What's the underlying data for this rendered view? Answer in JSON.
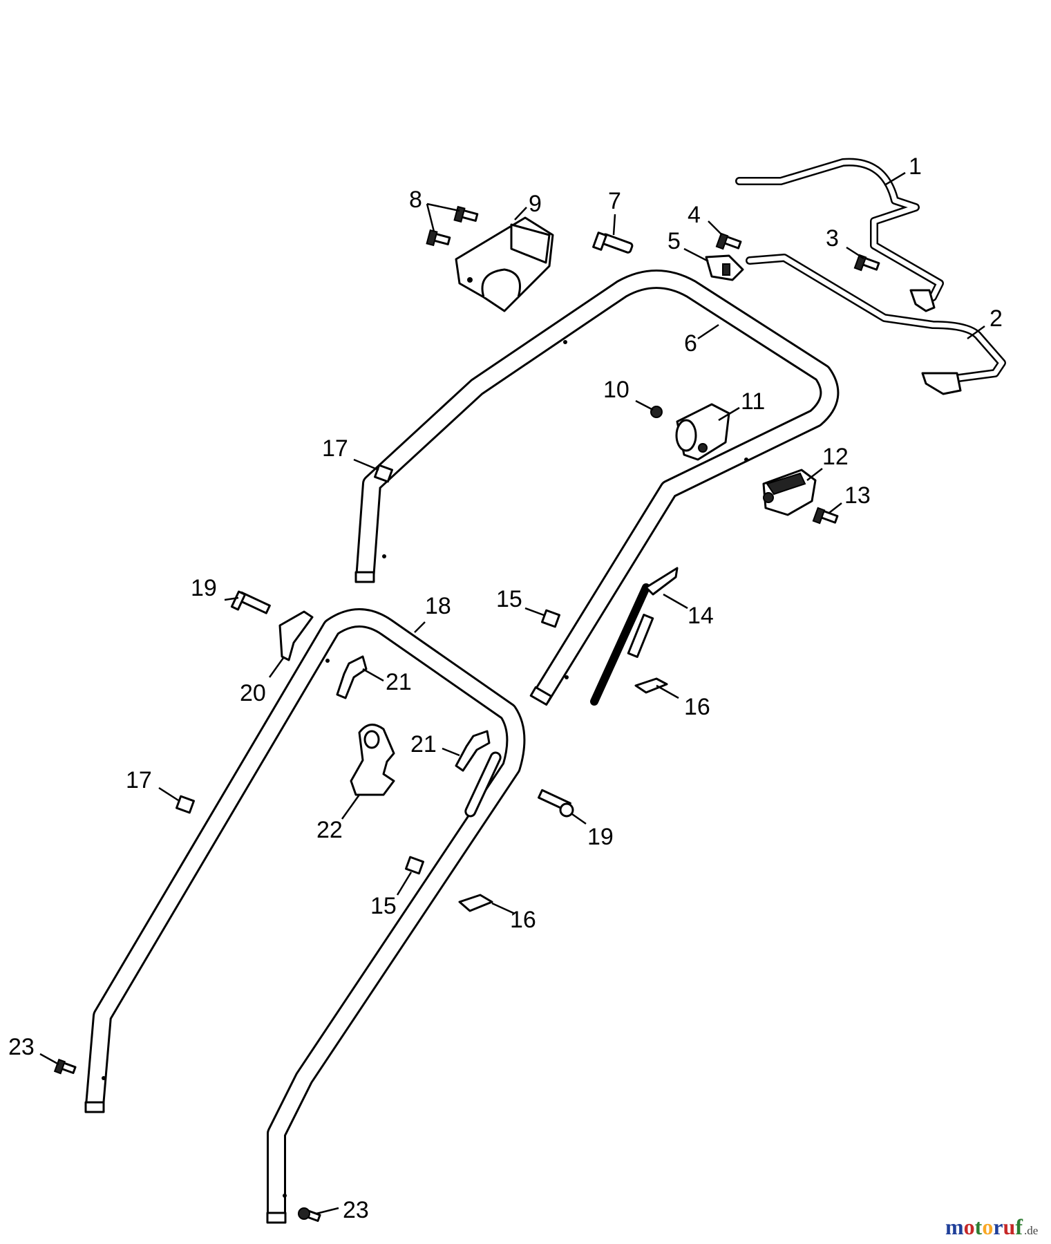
{
  "labels": {
    "l1": "1",
    "l2": "2",
    "l3": "3",
    "l4": "4",
    "l5": "5",
    "l6": "6",
    "l7": "7",
    "l8": "8",
    "l9": "9",
    "l10": "10",
    "l11": "11",
    "l12": "12",
    "l13": "13",
    "l14": "14",
    "l15a": "15",
    "l15b": "15",
    "l16a": "16",
    "l16b": "16",
    "l17a": "17",
    "l17b": "17",
    "l18": "18",
    "l19a": "19",
    "l19b": "19",
    "l20": "20",
    "l21a": "21",
    "l21b": "21",
    "l22": "22",
    "l23a": "23",
    "l23b": "23"
  },
  "watermark": {
    "name": "motoruf",
    "suffix": ".de",
    "colors": [
      "#1f3f99",
      "#c62828",
      "#2e7d32",
      "#f9a825",
      "#1f3f99",
      "#c62828",
      "#2e7d32"
    ]
  }
}
